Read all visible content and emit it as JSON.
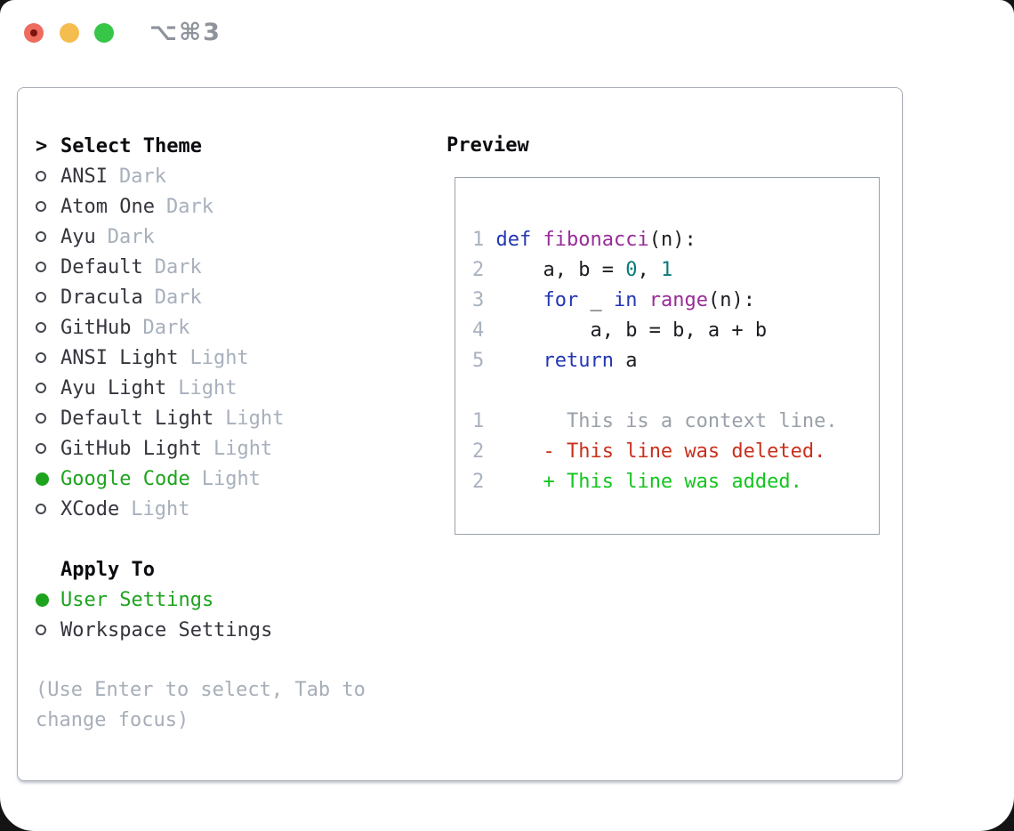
{
  "window": {
    "title_shortcut": "⌥⌘3"
  },
  "panel": {
    "theme_picker": {
      "prefix": ">",
      "header": "Select Theme",
      "items": [
        {
          "name": "ANSI",
          "variant": "Dark",
          "selected": false
        },
        {
          "name": "Atom One",
          "variant": "Dark",
          "selected": false
        },
        {
          "name": "Ayu",
          "variant": "Dark",
          "selected": false
        },
        {
          "name": "Default",
          "variant": "Dark",
          "selected": false
        },
        {
          "name": "Dracula",
          "variant": "Dark",
          "selected": false
        },
        {
          "name": "GitHub",
          "variant": "Dark",
          "selected": false
        },
        {
          "name": "ANSI Light",
          "variant": "Light",
          "selected": false
        },
        {
          "name": "Ayu Light",
          "variant": "Light",
          "selected": false
        },
        {
          "name": "Default Light",
          "variant": "Light",
          "selected": false
        },
        {
          "name": "GitHub Light",
          "variant": "Light",
          "selected": false
        },
        {
          "name": "Google Code",
          "variant": "Light",
          "selected": true
        },
        {
          "name": "XCode",
          "variant": "Light",
          "selected": false
        }
      ]
    },
    "apply_to": {
      "header": "Apply To",
      "options": [
        {
          "label": "User Settings",
          "selected": true
        },
        {
          "label": "Workspace Settings",
          "selected": false
        }
      ]
    },
    "hint_lines": [
      "(Use Enter to select, Tab to",
      "change focus)"
    ],
    "preview": {
      "header": "Preview",
      "lines": [
        {
          "tokens": [
            [
              "1",
              "ln"
            ],
            [
              " ",
              "pl"
            ],
            [
              "def ",
              "kw"
            ],
            [
              "fibonacci",
              "fn"
            ],
            [
              "(n):",
              "pl"
            ]
          ]
        },
        {
          "tokens": [
            [
              "2",
              "ln"
            ],
            [
              "     a, b = ",
              "pl"
            ],
            [
              "0",
              "num"
            ],
            [
              ", ",
              "pl"
            ],
            [
              "1",
              "num"
            ]
          ]
        },
        {
          "tokens": [
            [
              "3",
              "ln"
            ],
            [
              "     ",
              "pl"
            ],
            [
              "for",
              "kw"
            ],
            [
              " _ ",
              "pl"
            ],
            [
              "in",
              "kw"
            ],
            [
              " ",
              "pl"
            ],
            [
              "range",
              "fn"
            ],
            [
              "(n):",
              "pl"
            ]
          ]
        },
        {
          "tokens": [
            [
              "4",
              "ln"
            ],
            [
              "         a, b = b, a + b",
              "pl"
            ]
          ]
        },
        {
          "tokens": [
            [
              "5",
              "ln"
            ],
            [
              "     ",
              "pl"
            ],
            [
              "return",
              "kw"
            ],
            [
              " a",
              "pl"
            ]
          ]
        },
        {
          "tokens": []
        },
        {
          "tokens": [
            [
              "1",
              "ln"
            ],
            [
              "       This is a context line.",
              "ctx"
            ]
          ]
        },
        {
          "tokens": [
            [
              "2",
              "ln"
            ],
            [
              "     ",
              "pl"
            ],
            [
              "- This line was deleted.",
              "del"
            ]
          ]
        },
        {
          "tokens": [
            [
              "2",
              "ln"
            ],
            [
              "     ",
              "pl"
            ],
            [
              "+ This line was added.",
              "add"
            ]
          ]
        }
      ]
    }
  },
  "colors": {
    "accent_green": "#1ea31e",
    "diff_added": "#14c520",
    "diff_deleted": "#c9301d",
    "context_gray": "#9aa0a8",
    "keyword_blue": "#2337b4",
    "function_purple": "#982c98",
    "number_teal": "#0b7b7b",
    "line_number_gray": "#a9b2bf",
    "variant_gray": "#a7b0bc",
    "panel_border": "#a9aeb6",
    "traffic_red": "#ee6b60",
    "traffic_yellow": "#f5bd4f",
    "traffic_green": "#37c648"
  }
}
